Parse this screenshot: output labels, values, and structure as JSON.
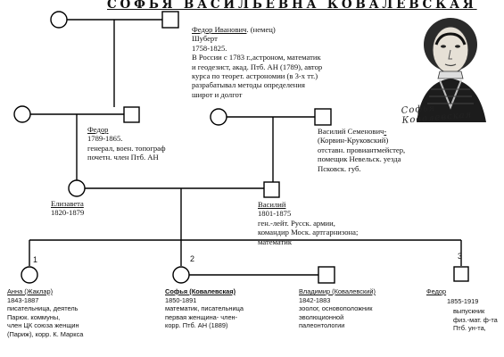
{
  "title": "СОФЬЯ ВАСИЛЬЕВНА КОВАЛЕВСКАЯ",
  "signature": "Софья Ковалевская",
  "persons": {
    "fyodor_schubert": {
      "name": "Федор Иванович",
      "name_suffix": ". (немец)",
      "lines": [
        "Шуберт",
        "1758-1825.",
        "В России с 1783 г.,астроном, математик",
        "и геодезист, акад. Птб. АН (1789), автор",
        "курса по теорет. астрономии (в 3-х тт.)",
        "разрабатывал методы определения",
        "широт и долгот"
      ]
    },
    "fyodor": {
      "name": "Федор",
      "lines": [
        "1789-1865.",
        "генерал, воен. топограф",
        "почетн. член Птб. АН"
      ]
    },
    "vasily_semenovich": {
      "name": "Василий Семенович",
      "name_suffix": "-",
      "lines": [
        "(Корвин-Круковский)",
        "отставн. провиантмейстер,",
        "помещик Невельск. уезда",
        "Псковск. губ."
      ]
    },
    "elizaveta": {
      "name": "Елизавета",
      "lines": [
        "1820-1879"
      ]
    },
    "vasily": {
      "name": "Василий",
      "lines": [
        "1801-1875",
        "ген.-лейт. Русск. армии,",
        "командир Моск. артгарнизона;",
        "математик"
      ]
    },
    "anna": {
      "name": "Анна (Жаклар)",
      "lines": [
        "1843-1887",
        "писательница, деятель",
        "Парюк. коммуны,",
        "член ЦК союза женщин",
        "(Париж), корр. К. Маркса"
      ]
    },
    "sofya": {
      "name": "Софья (Ковалевская)",
      "lines": [
        "1850-1891",
        "математик, писательница",
        "первая женщина- член-",
        "корр. Птб. АН (1889)"
      ]
    },
    "vladimir": {
      "name": "Владимир (Ковалевский)",
      "lines": [
        "1842-1883",
        "зоолог, основоположник",
        "эволюционной",
        "палеонтологии"
      ]
    },
    "fyodor_young": {
      "name": "Федор",
      "dates": "1855-1919",
      "lines": [
        "выпускник",
        "физ.-мат. ф-та",
        "Птб. ун-та,"
      ]
    }
  },
  "child_numbers": [
    "1",
    "2",
    "3"
  ]
}
